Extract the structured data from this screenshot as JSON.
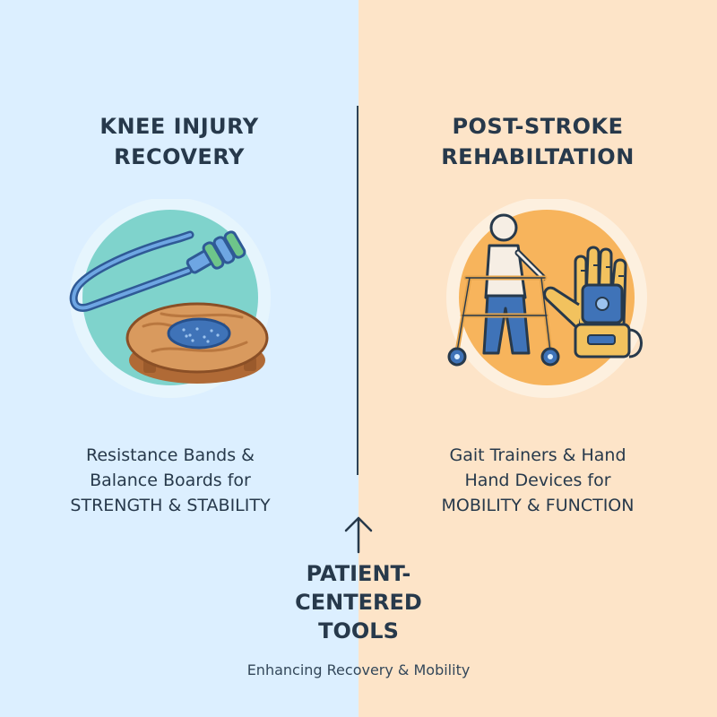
{
  "left": {
    "title_lines": [
      "KNEE INJURY",
      "RECOVERY"
    ],
    "desc_lines": [
      "Resistance Bands &",
      "Balance Boards for",
      "STRENGTH & STABILITY"
    ],
    "bg_color": "#dcefff",
    "icons": [
      "resistance-band-icon",
      "balance-board-icon"
    ]
  },
  "right": {
    "title_lines": [
      "POST-STROKE",
      "REHABILTATION"
    ],
    "desc_lines": [
      "Gait Trainers & Hand",
      "Hand Devices for",
      "MOBILITY & FUNCTION"
    ],
    "bg_color": "#fde4c8",
    "icons": [
      "walker-user-icon",
      "robotic-hand-glove-icon"
    ]
  },
  "center": {
    "title_lines": [
      "PATIENT-",
      "CENTERED",
      "TOOLS"
    ],
    "subtitle": "Enhancing Recovery & Mobility",
    "icons": [
      "up-arrow-icon"
    ]
  },
  "colors": {
    "text": "#27394b",
    "accent_teal": "#7fd3cc",
    "accent_orange": "#f7b45c",
    "line_blue": "#3f73b8"
  }
}
